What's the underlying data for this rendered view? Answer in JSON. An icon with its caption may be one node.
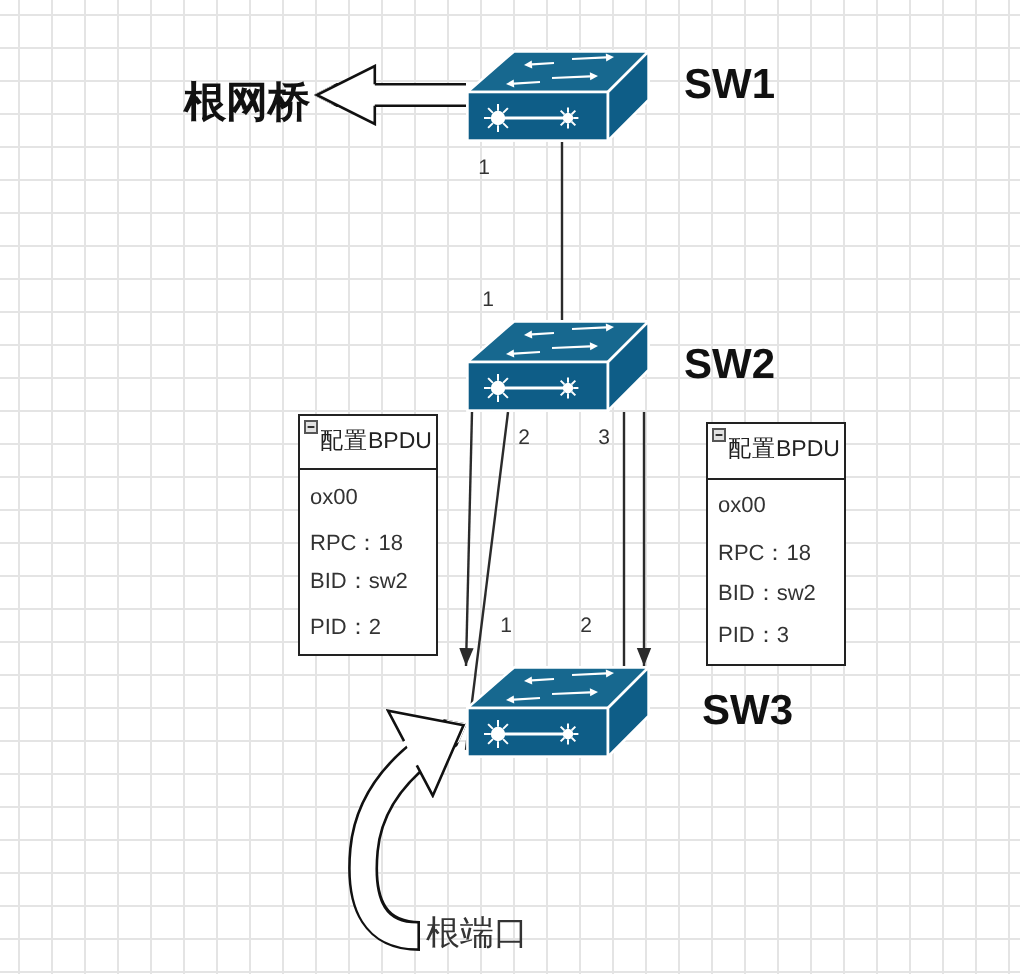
{
  "diagram": {
    "nodes": [
      {
        "text": [
          "根网桥"
        ]
      },
      {
        "text": [
          "SW1"
        ],
        "beside": [
          "1"
        ]
      },
      {
        "text": [
          "SW2"
        ],
        "beside": [
          "1",
          "2",
          "3"
        ]
      },
      {
        "text": [
          "配置BPDU",
          "ox00",
          "RPC：18",
          "BID：sw2",
          "PID：2"
        ]
      },
      {
        "text": [
          "配置BPDU",
          "ox00",
          "RPC：18",
          "BID：sw2",
          "PID：3"
        ]
      },
      {
        "text": [
          "SW3"
        ],
        "beside": [
          "1",
          "2"
        ]
      },
      {
        "text": [
          "根端口"
        ]
      }
    ],
    "edges": [
      {
        "from": 1,
        "to": 0,
        "arrow": "to",
        "style": "thick"
      },
      {
        "from": 1,
        "to": 2,
        "arrow": "none"
      },
      {
        "from": 2,
        "to": 5,
        "arrow": "to"
      },
      {
        "from": 2,
        "to": 5,
        "arrow": "none"
      },
      {
        "from": 2,
        "to": 5,
        "arrow": "none"
      },
      {
        "from": 2,
        "to": 5,
        "arrow": "to"
      },
      {
        "from": 6,
        "to": 5,
        "arrow": "to",
        "style": "thick"
      }
    ]
  }
}
